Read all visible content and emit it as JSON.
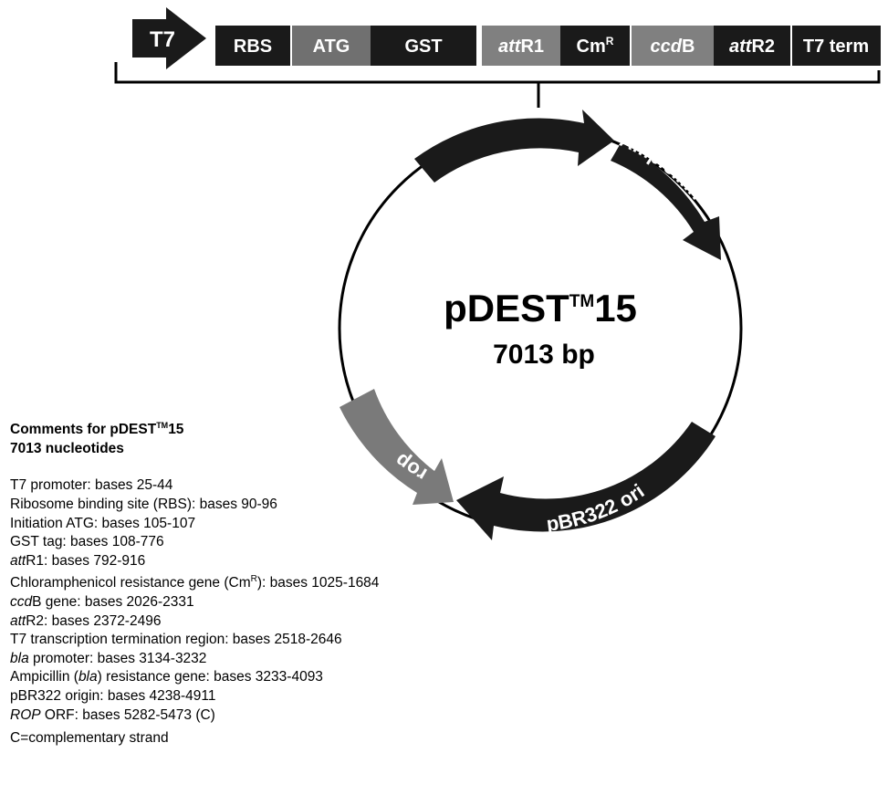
{
  "cassette": {
    "promoter": "T7",
    "blocks": [
      {
        "id": "rbs",
        "label": "RBS",
        "fill": "#1a1a1a"
      },
      {
        "id": "atg",
        "label": "ATG",
        "fill": "#707070"
      },
      {
        "id": "gst",
        "label": "GST",
        "fill": "#1a1a1a"
      },
      {
        "id": "attr1",
        "italic": "att",
        "rest": "R1",
        "fill": "#808080"
      },
      {
        "id": "cmr",
        "label": "Cm",
        "sup": "R",
        "fill": "#1a1a1a"
      },
      {
        "id": "ccdb",
        "italic": "ccd",
        "rest": "B",
        "fill": "#808080"
      },
      {
        "id": "attr2",
        "italic": "att",
        "rest": "R2",
        "fill": "#1a1a1a"
      },
      {
        "id": "t7term",
        "label": "T7 term",
        "fill": "#1a1a1a"
      }
    ]
  },
  "plasmid": {
    "name": "pDEST",
    "tm": "TM",
    "number": "15",
    "size": "7013 bp",
    "total_bp": 7013,
    "features": [
      {
        "name": "Ampicillin",
        "fill": "#1a1a1a"
      },
      {
        "name": "pBR322 ori",
        "fill": "#1a1a1a"
      },
      {
        "name": "rop",
        "fill": "#7a7a7a"
      }
    ]
  },
  "comments": {
    "title_prefix": "Comments for pDEST",
    "title_tm": "TM",
    "title_number": "15",
    "subtitle": "7013 nucleotides",
    "lines": [
      {
        "text": "T7 promoter: bases 25-44"
      },
      {
        "text": "Ribosome binding site (RBS): bases 90-96"
      },
      {
        "text": "Initiation ATG: bases 105-107"
      },
      {
        "text": "GST tag: bases 108-776"
      },
      {
        "italic": "att",
        "text": "R1: bases 792-916"
      },
      {
        "pre": "Chloramphenicol resistance gene (Cm",
        "sup": "R",
        "text": "): bases 1025-1684"
      },
      {
        "italic": "ccd",
        "text": "B gene: bases 2026-2331"
      },
      {
        "italic": "att",
        "text": "R2: bases 2372-2496"
      },
      {
        "text": "T7 transcription termination region: bases 2518-2646"
      },
      {
        "italic": "bla",
        "text": " promoter: bases 3134-3232"
      },
      {
        "pre": "Ampicillin (",
        "italic": "bla",
        "text": ") resistance gene: bases 3233-4093"
      },
      {
        "text": "pBR322 origin: bases 4238-4911"
      },
      {
        "italic": "ROP",
        "text": " ORF: bases 5282-5473 (C)"
      }
    ],
    "footnote": "C=complementary strand"
  }
}
